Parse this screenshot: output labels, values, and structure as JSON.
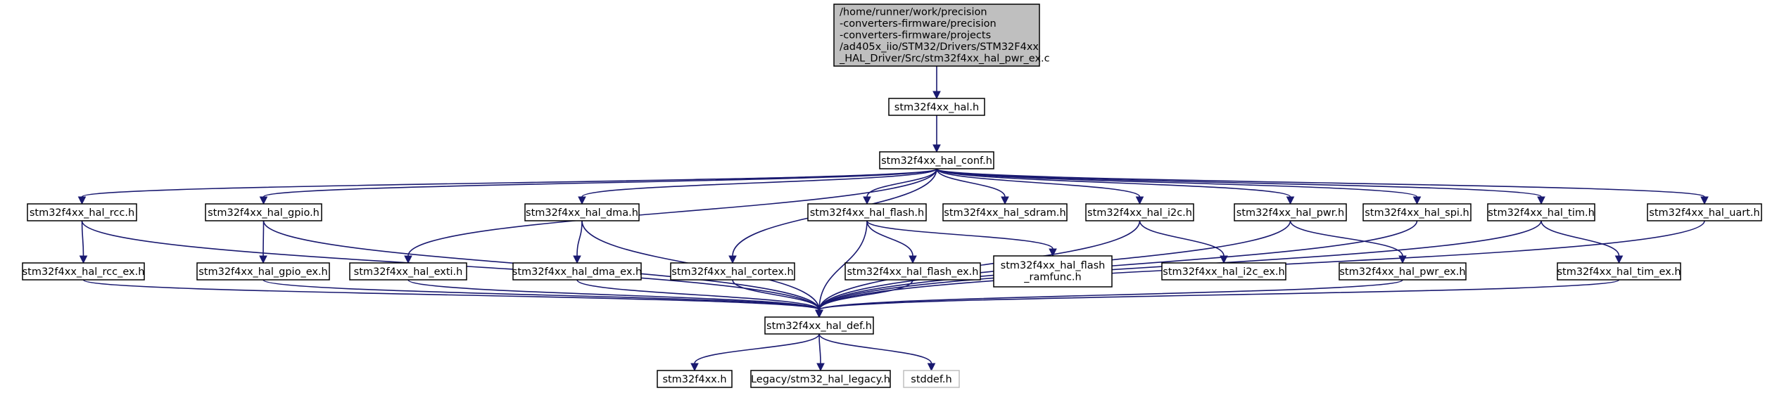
{
  "nodes": {
    "root": [
      "/home/runner/work/precision",
      "-converters-firmware/precision",
      "-converters-firmware/projects",
      "/ad405x_iio/STM32/Drivers/STM32F4xx",
      "_HAL_Driver/Src/stm32f4xx_hal_pwr_ex.c"
    ],
    "hal": "stm32f4xx_hal.h",
    "conf": "stm32f4xx_hal_conf.h",
    "rcc": "stm32f4xx_hal_rcc.h",
    "gpio": "stm32f4xx_hal_gpio.h",
    "exti": "stm32f4xx_hal_exti.h",
    "dma": "stm32f4xx_hal_dma.h",
    "cortex": "stm32f4xx_hal_cortex.h",
    "flash": "stm32f4xx_hal_flash.h",
    "sdram": "stm32f4xx_hal_sdram.h",
    "i2c": "stm32f4xx_hal_i2c.h",
    "pwr": "stm32f4xx_hal_pwr.h",
    "spi": "stm32f4xx_hal_spi.h",
    "tim": "stm32f4xx_hal_tim.h",
    "uart": "stm32f4xx_hal_uart.h",
    "rcc_ex": "stm32f4xx_hal_rcc_ex.h",
    "gpio_ex": "stm32f4xx_hal_gpio_ex.h",
    "dma_ex": "stm32f4xx_hal_dma_ex.h",
    "flash_ex": "stm32f4xx_hal_flash_ex.h",
    "flash_ramfunc": [
      "stm32f4xx_hal_flash",
      "_ramfunc.h"
    ],
    "i2c_ex": "stm32f4xx_hal_i2c_ex.h",
    "pwr_ex": "stm32f4xx_hal_pwr_ex.h",
    "tim_ex": "stm32f4xx_hal_tim_ex.h",
    "def": "stm32f4xx_hal_def.h",
    "stm32f4xx": "stm32f4xx.h",
    "legacy": "Legacy/stm32_hal_legacy.h",
    "stddef": "stddef.h"
  },
  "edges": [
    [
      "root",
      "hal"
    ],
    [
      "hal",
      "conf"
    ],
    [
      "conf",
      "rcc"
    ],
    [
      "conf",
      "gpio"
    ],
    [
      "conf",
      "exti"
    ],
    [
      "conf",
      "dma"
    ],
    [
      "conf",
      "cortex"
    ],
    [
      "conf",
      "flash"
    ],
    [
      "conf",
      "sdram"
    ],
    [
      "conf",
      "i2c"
    ],
    [
      "conf",
      "pwr"
    ],
    [
      "conf",
      "spi"
    ],
    [
      "conf",
      "tim"
    ],
    [
      "conf",
      "uart"
    ],
    [
      "rcc",
      "rcc_ex"
    ],
    [
      "rcc",
      "def"
    ],
    [
      "rcc_ex",
      "def"
    ],
    [
      "gpio",
      "gpio_ex"
    ],
    [
      "gpio",
      "def"
    ],
    [
      "gpio_ex",
      "def"
    ],
    [
      "exti",
      "def"
    ],
    [
      "dma",
      "dma_ex"
    ],
    [
      "dma",
      "def"
    ],
    [
      "dma_ex",
      "def"
    ],
    [
      "cortex",
      "def"
    ],
    [
      "flash",
      "flash_ex"
    ],
    [
      "flash",
      "flash_ramfunc"
    ],
    [
      "flash",
      "def"
    ],
    [
      "flash_ex",
      "def"
    ],
    [
      "i2c",
      "i2c_ex"
    ],
    [
      "i2c",
      "def"
    ],
    [
      "pwr",
      "pwr_ex"
    ],
    [
      "pwr",
      "def"
    ],
    [
      "pwr_ex",
      "def"
    ],
    [
      "spi",
      "def"
    ],
    [
      "tim",
      "tim_ex"
    ],
    [
      "tim",
      "def"
    ],
    [
      "tim_ex",
      "def"
    ],
    [
      "uart",
      "def"
    ],
    [
      "def",
      "stm32f4xx"
    ],
    [
      "def",
      "legacy"
    ],
    [
      "def",
      "stddef"
    ]
  ],
  "colors": {
    "edge": "#191970",
    "root_fill": "#bfbfbf",
    "node_border": "#000000",
    "system_border": "#bfbfbf"
  }
}
